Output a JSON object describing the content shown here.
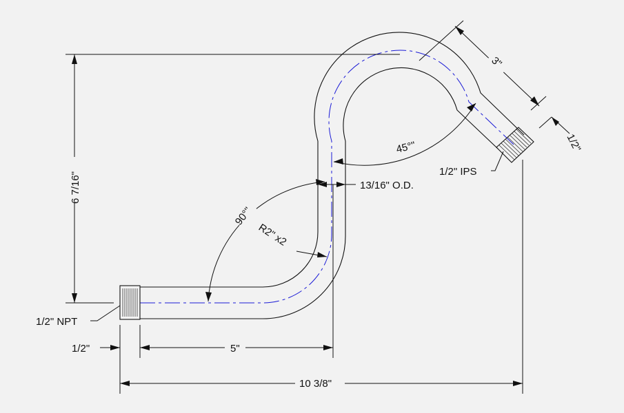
{
  "labels": {
    "height": "6 7/16\"",
    "width": "10 3/8\"",
    "straight_length": "5\"",
    "inlet_thread_length": "1/2\"",
    "outlet_length": "3\"",
    "outlet_thread_length": "1/2\"",
    "angle_90": "90°\"",
    "angle_45": "45°\"",
    "radius": "R2\" x2",
    "outer_diameter": "13/16\" O.D.",
    "inlet_thread": "1/2\" NPT",
    "outlet_thread": "1/2\" IPS"
  },
  "colors": {
    "background": "#f2f2f2",
    "lines": "#111111",
    "centerline": "#1a1ad6"
  }
}
